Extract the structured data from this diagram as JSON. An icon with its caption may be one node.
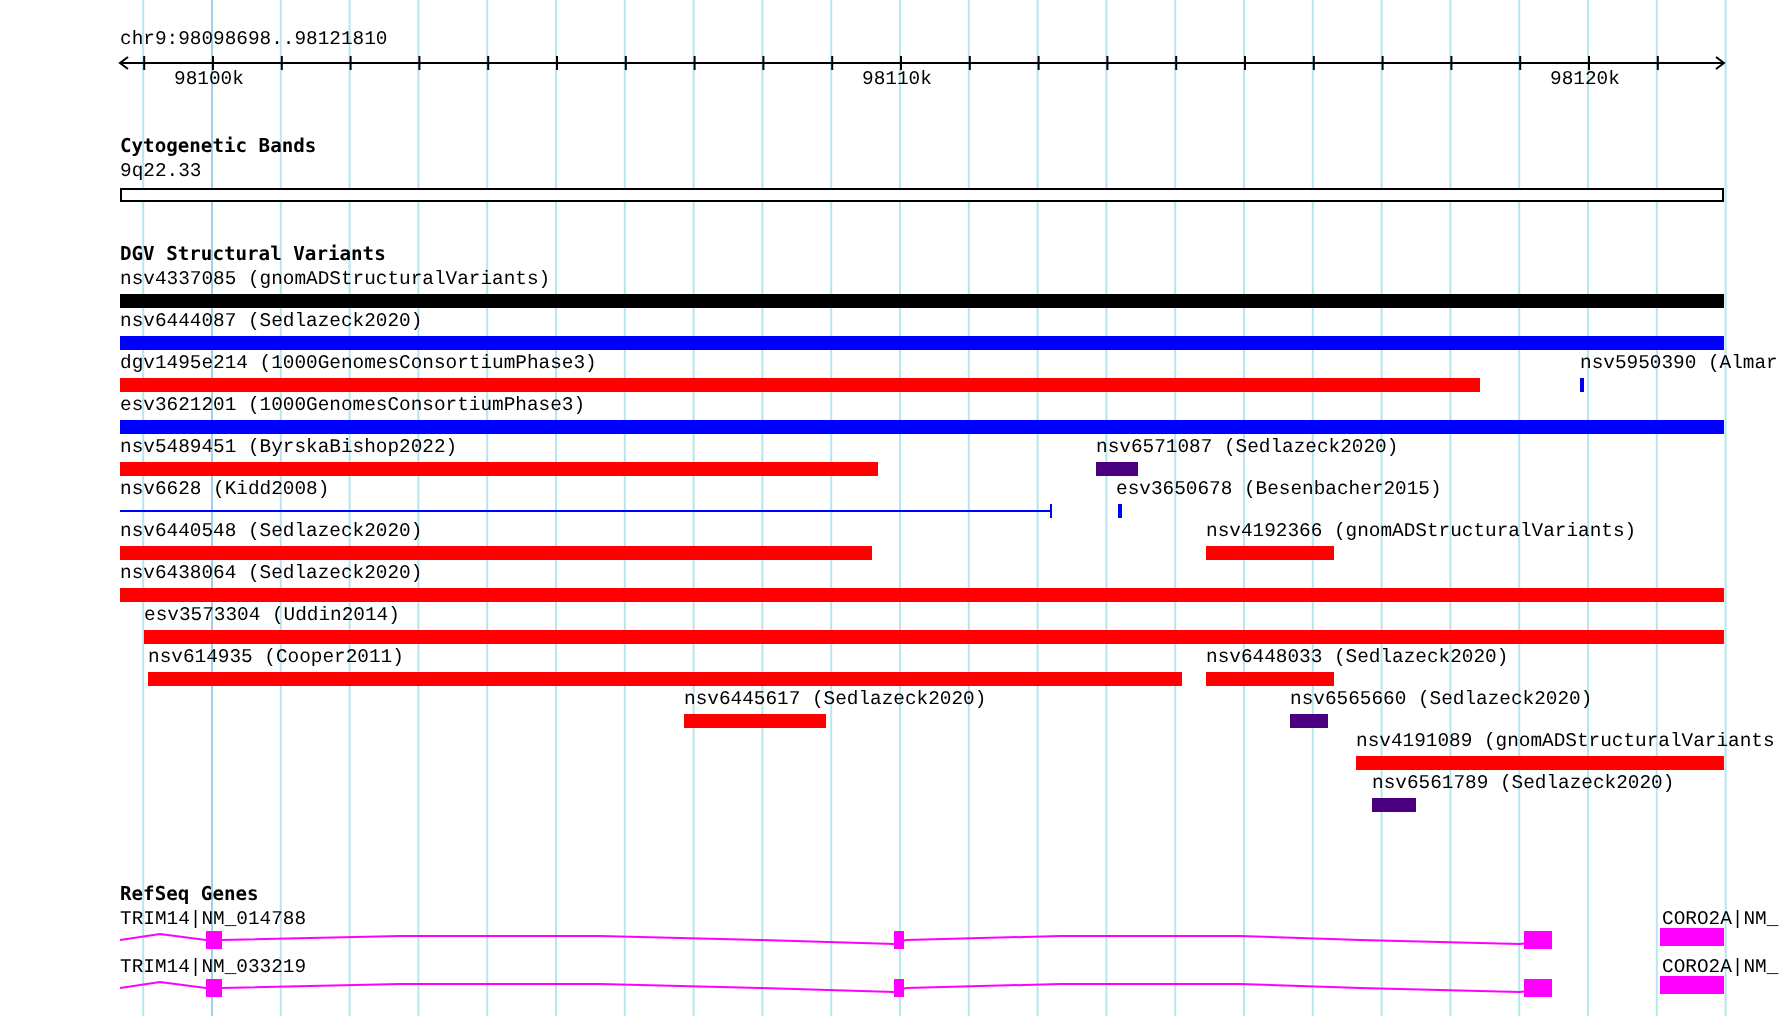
{
  "diagram": {
    "nodes": [
      {
        "text": [
          "9q22.33"
        ]
      },
      {
        "text": [
          "nsv4337085 (gnomADStructuralVariants)"
        ]
      },
      {
        "text": [
          "nsv6444087 (Sedlazeck2020)"
        ]
      },
      {
        "text": [
          "dgv1495e214 (1000GenomesConsortiumPhase3)"
        ]
      },
      {
        "text": [
          "nsv5950390 (Almar"
        ]
      },
      {
        "text": [
          "esv3621201 (1000GenomesConsortiumPhase3)"
        ]
      },
      {
        "text": [
          "nsv5489451 (ByrskaBishop2022)"
        ]
      },
      {
        "text": [
          "nsv6571087 (Sedlazeck2020)"
        ]
      },
      {
        "text": [
          "nsv6628 (Kidd2008)"
        ]
      },
      {
        "text": [
          "esv3650678 (Besenbacher2015)"
        ]
      },
      {
        "text": [
          "nsv6440548 (Sedlazeck2020)"
        ]
      },
      {
        "text": [
          "nsv4192366 (gnomADStructuralVariants)"
        ]
      },
      {
        "text": [
          "nsv6438064 (Sedlazeck2020)"
        ]
      },
      {
        "text": [
          "esv3573304 (Uddin2014)"
        ]
      },
      {
        "text": [
          "nsv614935 (Cooper2011)"
        ]
      },
      {
        "text": [
          "nsv6448033 (Sedlazeck2020)"
        ]
      },
      {
        "text": [
          "nsv6445617 (Sedlazeck2020)"
        ]
      },
      {
        "text": [
          "nsv6565660 (Sedlazeck2020)"
        ]
      },
      {
        "text": [
          "nsv4191089 (gnomADStructuralVariants"
        ]
      },
      {
        "text": [
          "nsv6561789 (Sedlazeck2020)"
        ]
      },
      {
        "text": [
          "TRIM14|NM_014788"
        ]
      },
      {
        "text": [
          "CORO2A|NM_"
        ]
      },
      {
        "text": [
          "TRIM14|NM_033219"
        ]
      },
      {
        "text": [
          "CORO2A|NM_"
        ]
      }
    ],
    "labels": [
      "chr9:98098698..98121810",
      "98100k",
      "98110k",
      "98120k",
      "Cytogenetic Bands",
      "DGV Structural Variants",
      "RefSeq Genes"
    ]
  }
}
